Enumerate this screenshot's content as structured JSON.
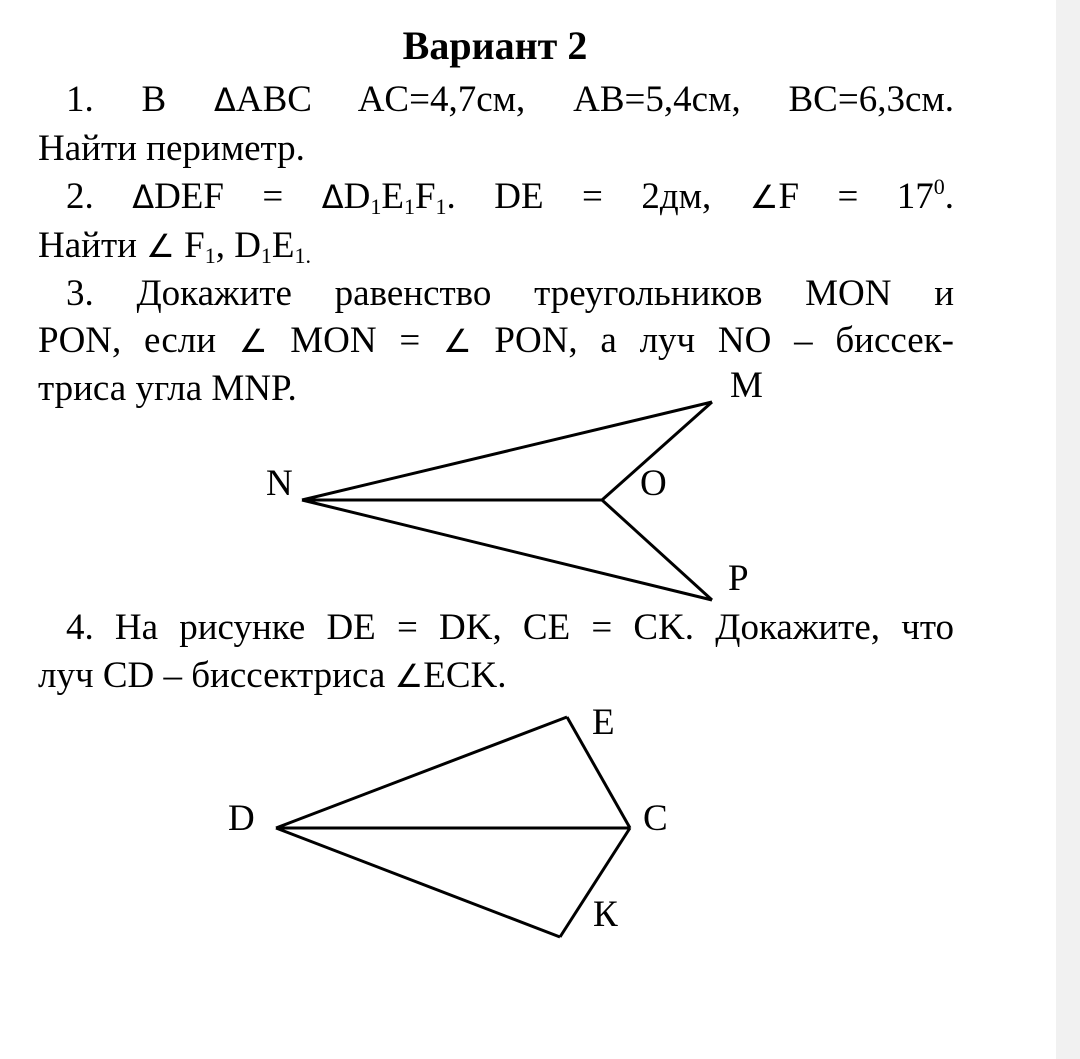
{
  "title": "Вариант 2",
  "p1": {
    "num": "1.",
    "word_b": "В",
    "tri_sym": "Δ",
    "tri_name": "ABC",
    "ac": "AC=4,7см,",
    "ab": "AB=5,4см,",
    "bc": "BC=6,3см.",
    "question": "Найти периметр."
  },
  "p2": {
    "num": "2.",
    "tri_sym": "Δ",
    "tri_name": "DEF",
    "eq": "=",
    "D": "D",
    "E": "E",
    "F": "F",
    "one": "1",
    "dot": ".",
    "de": "DE",
    "de_val": "2дм,",
    "ang_sym": "∠",
    "f_name": "F",
    "f_val": "17",
    "deg": "0",
    "period": ".",
    "find": "Найти",
    "comma": ",",
    "final_dot": "."
  },
  "p3": {
    "line1": "3. Докажите равенство треугольников MON и",
    "line2a": "PON, если",
    "ang_sym": "∠",
    "line2b": "MON =",
    "line2c": "PON, а луч NO – биссек-",
    "line3": "триса угла MNP.",
    "labels": {
      "M": "M",
      "N": "N",
      "O": "O",
      "P": "P"
    }
  },
  "p4": {
    "line1": "4.  На рисунке DE = DK, CE = CK. Докажите, что",
    "line2a": "луч CD – биссектриса",
    "ang_sym": "∠",
    "line2b": "ECK.",
    "labels": {
      "D": "D",
      "E": "E",
      "C": "C",
      "K": "К"
    }
  }
}
